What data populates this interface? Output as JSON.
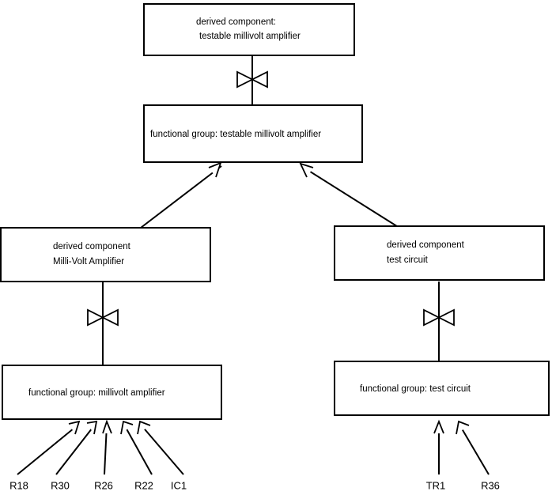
{
  "diagram": {
    "type": "component-decomposition-tree",
    "background_color": "#ffffff",
    "line_color": "#000000",
    "nodes": {
      "top_derived": {
        "line1": "derived component:",
        "line2": "testable millivolt amplifier",
        "kind": "derived component"
      },
      "top_functional": {
        "line1": "functional group: testable millivolt amplifier",
        "kind": "functional group"
      },
      "left_derived": {
        "line1": "derived component",
        "line2": "Milli-Volt Amplifier",
        "kind": "derived component"
      },
      "right_derived": {
        "line1": "derived component",
        "line2": "test circuit",
        "kind": "derived component"
      },
      "left_functional": {
        "line1": "functional group: millivolt amplifier",
        "kind": "functional group"
      },
      "right_functional": {
        "line1": "functional group: test circuit",
        "kind": "functional group"
      }
    },
    "leaf_labels_left": [
      {
        "label": "R18"
      },
      {
        "label": "R30"
      },
      {
        "label": "R26"
      },
      {
        "label": "R22"
      },
      {
        "label": "IC1"
      }
    ],
    "leaf_labels_right": [
      {
        "label": "TR1"
      },
      {
        "label": "R36"
      }
    ],
    "connector_names": {
      "bowtie": "bowtie-connector",
      "arrow": "open-arrow-connector"
    }
  }
}
